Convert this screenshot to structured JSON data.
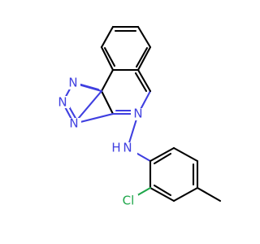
{
  "molecule": {
    "atoms": {
      "n_top_ring": "N",
      "n_triazole_left": "N",
      "n_triazole_lower": "N",
      "n_pyrazine": "N",
      "n_amine_h": "H",
      "n_amine_n": "N",
      "cl_atom": "Cl"
    },
    "colors": {
      "bond": "#000000",
      "nitrogen": "#3F3FE0",
      "chlorine": "#1EA64A"
    }
  }
}
